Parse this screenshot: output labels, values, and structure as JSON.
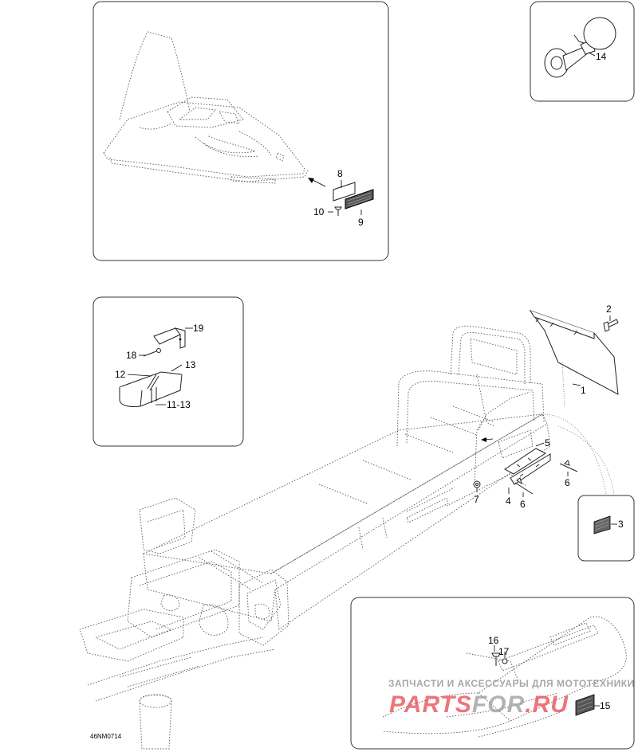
{
  "diagram": {
    "reference_code": "46NM0714",
    "callouts": [
      {
        "id": "c1",
        "label": "1"
      },
      {
        "id": "c2",
        "label": "2"
      },
      {
        "id": "c3",
        "label": "3"
      },
      {
        "id": "c4",
        "label": "4"
      },
      {
        "id": "c5",
        "label": "5"
      },
      {
        "id": "c6a",
        "label": "6"
      },
      {
        "id": "c6b",
        "label": "6"
      },
      {
        "id": "c7",
        "label": "7"
      },
      {
        "id": "c8",
        "label": "8"
      },
      {
        "id": "c9",
        "label": "9"
      },
      {
        "id": "c10",
        "label": "10"
      },
      {
        "id": "c11",
        "label": "11-13"
      },
      {
        "id": "c12",
        "label": "12"
      },
      {
        "id": "c13",
        "label": "13"
      },
      {
        "id": "c14",
        "label": "14"
      },
      {
        "id": "c15",
        "label": "15"
      },
      {
        "id": "c16",
        "label": "16"
      },
      {
        "id": "c17",
        "label": "17"
      },
      {
        "id": "c18",
        "label": "18"
      },
      {
        "id": "c19",
        "label": "19"
      }
    ]
  },
  "watermark": {
    "line1": "ЗАПЧАСТИ И АКСЕССУАРЫ ДЛЯ МОТОТЕХНИКИ",
    "line2_a": "PARTS",
    "line2_b": "FOR",
    "line2_c": ".RU",
    "color_red": "#e8474f",
    "color_gray": "#9a9a9a"
  }
}
